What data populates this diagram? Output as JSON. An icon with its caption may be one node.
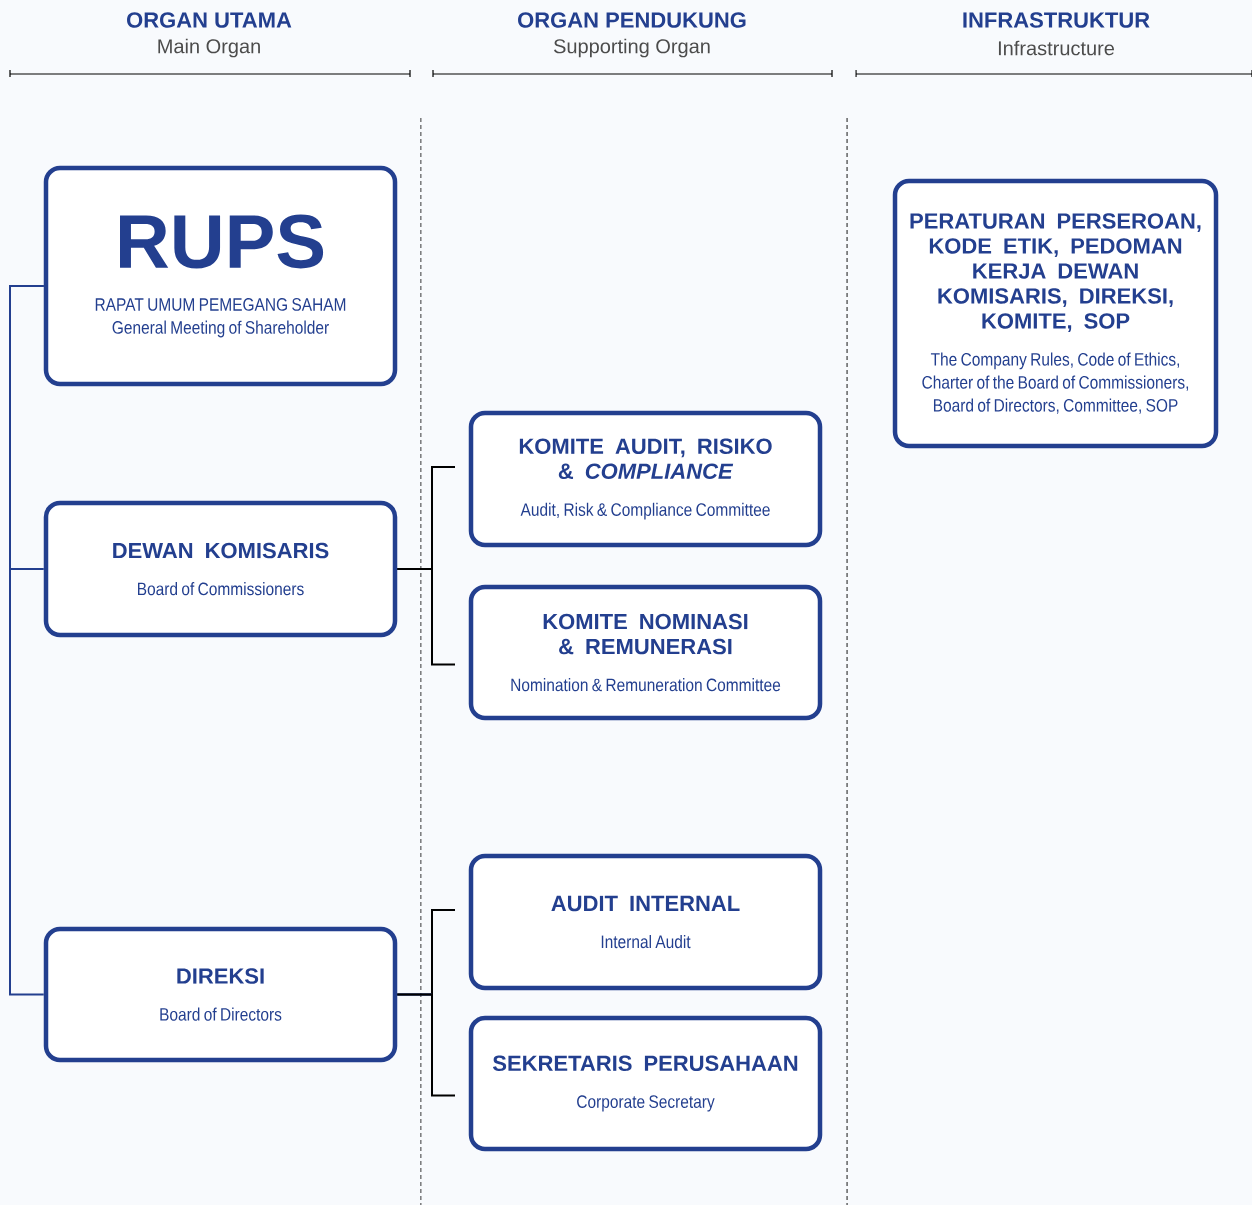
{
  "diagram": {
    "nodes": [
      {
        "text": [
          "RUPS",
          "RAPAT UMUM PEMEGANG SAHAM",
          "General Meeting of Shareholder"
        ]
      },
      {
        "text": [
          "DEWAN KOMISARIS",
          "Board of Commissioners"
        ]
      },
      {
        "text": [
          "DIREKSI",
          "Board of Directors"
        ]
      },
      {
        "text": [
          "KOMITE AUDIT, RISIKO & *COMPLIANCE*",
          "Audit, Risk & Compliance Committee"
        ]
      },
      {
        "text": [
          "KOMITE NOMINASI & REMUNERASI",
          "Nomination & Remuneration Committee"
        ]
      },
      {
        "text": [
          "AUDIT INTERNAL",
          "Internal Audit"
        ]
      },
      {
        "text": [
          "SEKRETARIS PERUSAHAAN",
          "Corporate Secretary"
        ]
      },
      {
        "text": [
          "PERATURAN PERSEROAN, KODE ETIK, PEDOMAN KERJA DEWAN KOMISARIS, DIREKSI, KOMITE, SOP",
          "The Company Rules, Code of Ethics, Charter of the Board of Commissioners, Board of Directors, Committee, SOP"
        ]
      }
    ],
    "edges": [
      {
        "from": 0,
        "to": 1,
        "arrow": "none",
        "color": "#233f8f"
      },
      {
        "from": 0,
        "to": 2,
        "arrow": "none",
        "color": "#233f8f"
      },
      {
        "from": 1,
        "to": 3,
        "arrow": "none"
      },
      {
        "from": 1,
        "to": 4,
        "arrow": "none"
      },
      {
        "from": 2,
        "to": 5,
        "arrow": "none"
      },
      {
        "from": 2,
        "to": 6,
        "arrow": "none"
      }
    ],
    "labels": [
      "ORGAN UTAMA",
      "Main Organ",
      "ORGAN PENDUKUNG",
      "Supporting Organ",
      "INFRASTRUKTUR",
      "Infrastructure"
    ]
  }
}
